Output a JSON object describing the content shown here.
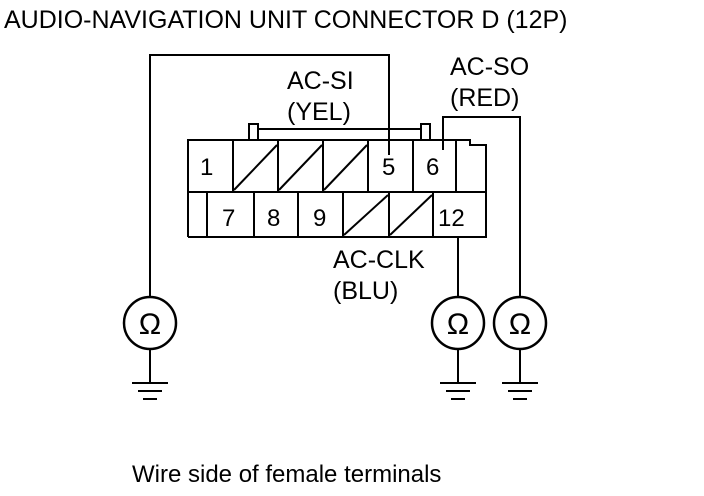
{
  "title": "AUDIO-NAVIGATION UNIT CONNECTOR D (12P)",
  "labels": {
    "ac_si_name": "AC-SI",
    "ac_si_color": "(YEL)",
    "ac_so_name": "AC-SO",
    "ac_so_color": "(RED)",
    "ac_clk_name": "AC-CLK",
    "ac_clk_color": "(BLU)"
  },
  "pins": {
    "top": [
      "1",
      "5",
      "6"
    ],
    "bottom": [
      "7",
      "8",
      "9",
      "12"
    ]
  },
  "ohmmeter_symbol": "Ω",
  "caption": "Wire side of female terminals"
}
